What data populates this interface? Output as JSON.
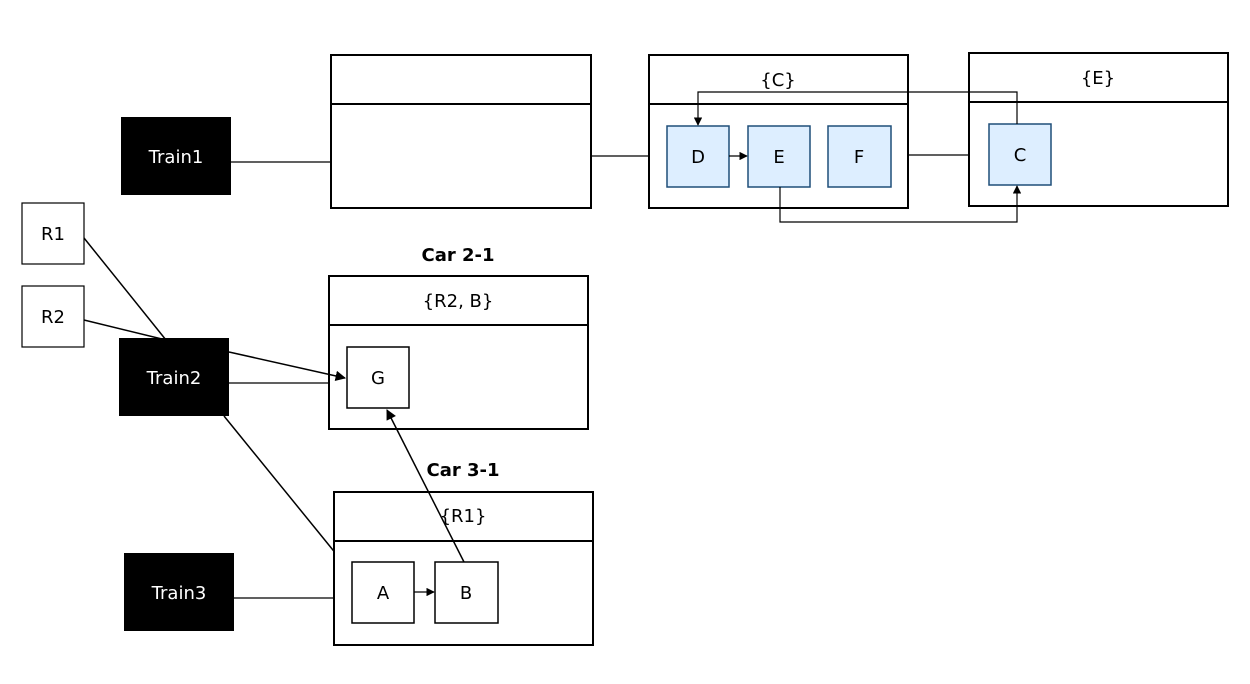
{
  "colors": {
    "train_fill": "#000000",
    "train_text": "#ffffff",
    "node_fill_blue": "#ddeeff",
    "node_stroke_blue": "#1f4e79",
    "line": "#000000"
  },
  "trains": {
    "train1": "Train1",
    "train2": "Train2",
    "train3": "Train3"
  },
  "resources": {
    "r1": "R1",
    "r2": "R2"
  },
  "cars": {
    "car_a": {
      "title": "",
      "header": ""
    },
    "car_b": {
      "title": "",
      "header": "{C}"
    },
    "car_c": {
      "title": "",
      "header": "{E}"
    },
    "car_2_1": {
      "title": "Car 2-1",
      "header": "{R2, B}"
    },
    "car_3_1": {
      "title": "Car 3-1",
      "header": "{R1}"
    }
  },
  "nodes": {
    "d": "D",
    "e": "E",
    "f": "F",
    "c": "C",
    "g": "G",
    "a": "A",
    "b": "B"
  }
}
